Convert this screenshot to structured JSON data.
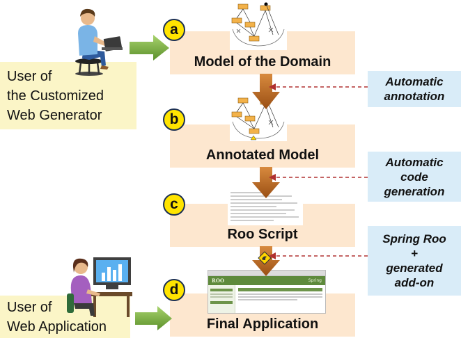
{
  "stages": [
    {
      "letter": "a",
      "title": "Model of the Domain"
    },
    {
      "letter": "b",
      "title": "Annotated Model"
    },
    {
      "letter": "c",
      "title": "Roo Script"
    },
    {
      "letter": "d",
      "title": "Final Application"
    }
  ],
  "notes": [
    {
      "lines": [
        "Automatic",
        "annotation"
      ]
    },
    {
      "lines": [
        "Automatic",
        "code",
        "generation"
      ]
    },
    {
      "lines": [
        "Spring Roo",
        "+",
        "generated",
        "add-on"
      ]
    }
  ],
  "users": [
    {
      "lines": [
        "User of",
        "the Customized",
        "Web Generator"
      ]
    },
    {
      "lines": [
        "User of",
        "Web Application"
      ]
    }
  ],
  "app_screenshot": {
    "brand": "ROO",
    "right": "Spring"
  },
  "colors": {
    "stage_bg": "#fde7cf",
    "note_bg": "#d9ecf8",
    "user_bg": "#fbf5c7",
    "badge": "#ffe400",
    "down_arrow": "#b5651d",
    "side_arrow": "#7fb63e",
    "dashed_arrow": "#b03030"
  }
}
